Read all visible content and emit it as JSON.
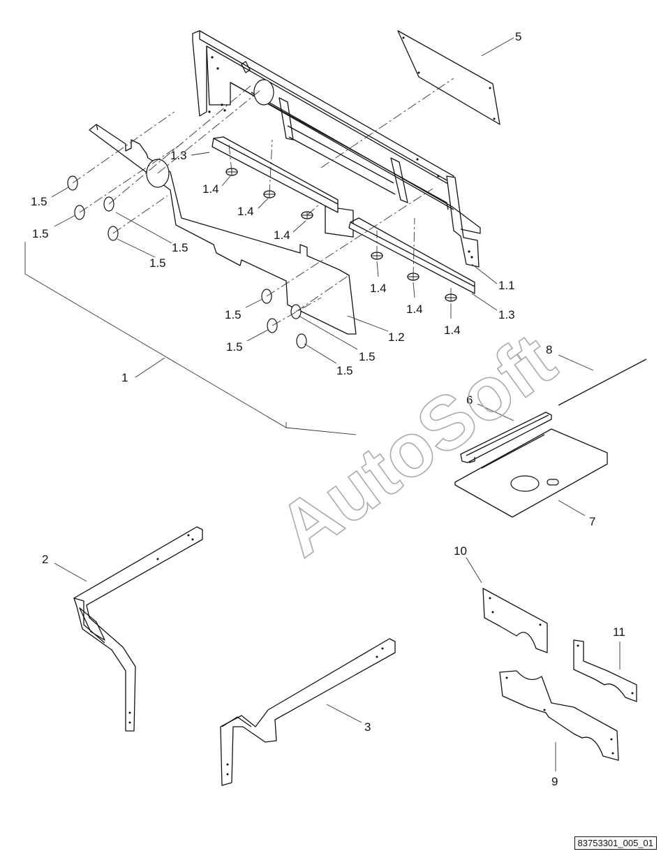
{
  "callouts": {
    "c1": "1",
    "c1_1": "1.1",
    "c1_2": "1.2",
    "c1_3": "1.3",
    "c1_4": "1.4",
    "c1_5": "1.5",
    "c2": "2",
    "c3": "3",
    "c5": "5",
    "c6": "6",
    "c7": "7",
    "c8": "8",
    "c9": "9",
    "c10": "10",
    "c11": "11"
  },
  "watermark": "AutoSoft",
  "document_id": "83753301_005_01"
}
